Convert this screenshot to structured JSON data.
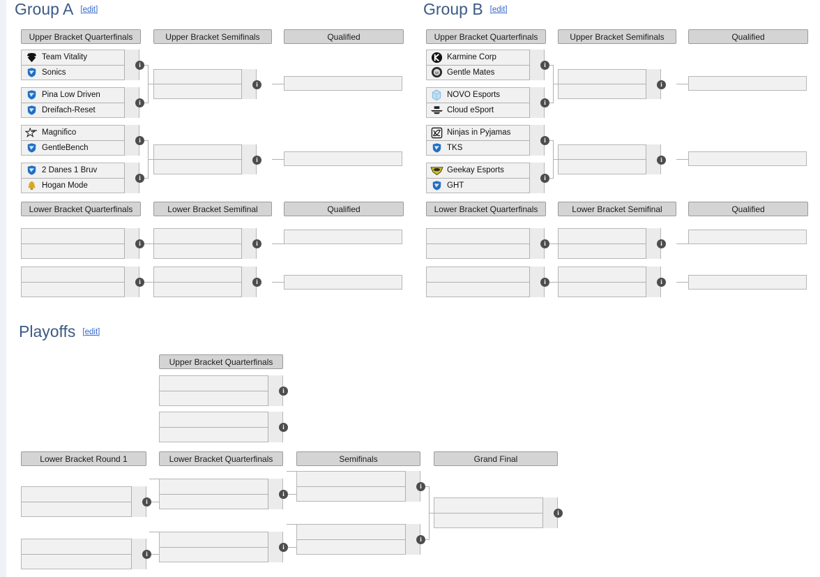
{
  "sections": {
    "group_a": {
      "title": "Group A",
      "edit": "[edit]"
    },
    "group_b": {
      "title": "Group B",
      "edit": "[edit]"
    },
    "playoffs": {
      "title": "Playoffs",
      "edit": "[edit]"
    }
  },
  "round_labels": {
    "ubqf": "Upper Bracket Quarterfinals",
    "ubsf": "Upper Bracket Semifinals",
    "qualified": "Qualified",
    "lbqf": "Lower Bracket Quarterfinals",
    "lbsf": "Lower Bracket Semifinal",
    "lbr1": "Lower Bracket Round 1",
    "lbqf_po": "Lower Bracket Quarterfinals",
    "semifinals": "Semifinals",
    "grand_final": "Grand Final"
  },
  "info_icon": "i",
  "group_a_matches": [
    {
      "top": {
        "name": "Team Vitality",
        "logo": "vitality-logo"
      },
      "bottom": {
        "name": "Sonics",
        "logo": "shield-blue-logo"
      }
    },
    {
      "top": {
        "name": "Pina Low Driven",
        "logo": "shield-blue-logo"
      },
      "bottom": {
        "name": "Dreifach-Reset",
        "logo": "shield-blue-logo"
      }
    },
    {
      "top": {
        "name": "Magnifico",
        "logo": "star-outline-logo"
      },
      "bottom": {
        "name": "GentleBench",
        "logo": "shield-blue-logo"
      }
    },
    {
      "top": {
        "name": "2 Danes 1 Bruv",
        "logo": "shield-blue-logo"
      },
      "bottom": {
        "name": "Hogan Mode",
        "logo": "gold-bell-logo"
      }
    }
  ],
  "group_b_matches": [
    {
      "top": {
        "name": "Karmine Corp",
        "logo": "karmine-kc-logo"
      },
      "bottom": {
        "name": "Gentle Mates",
        "logo": "gentle-mates-crest-logo"
      }
    },
    {
      "top": {
        "name": "NOVO Esports",
        "logo": "novo-cube-logo"
      },
      "bottom": {
        "name": "Cloud eSport",
        "logo": "cloud-esport-logo"
      }
    },
    {
      "top": {
        "name": "Ninjas in Pyjamas",
        "logo": "nip-logo"
      },
      "bottom": {
        "name": "TKS",
        "logo": "shield-blue-logo"
      }
    },
    {
      "top": {
        "name": "Geekay Esports",
        "logo": "geekay-logo"
      },
      "bottom": {
        "name": "GHT",
        "logo": "shield-blue-logo"
      }
    }
  ],
  "colors": {
    "heading": "#3b5a86",
    "edit_link": "#3366cc",
    "round_header_bg": "#d4d4d4",
    "match_bg": "#f1f1f1",
    "border": "#b6b6b6",
    "connector": "#b0b0b0",
    "info_badge": "#4d4d4d"
  }
}
